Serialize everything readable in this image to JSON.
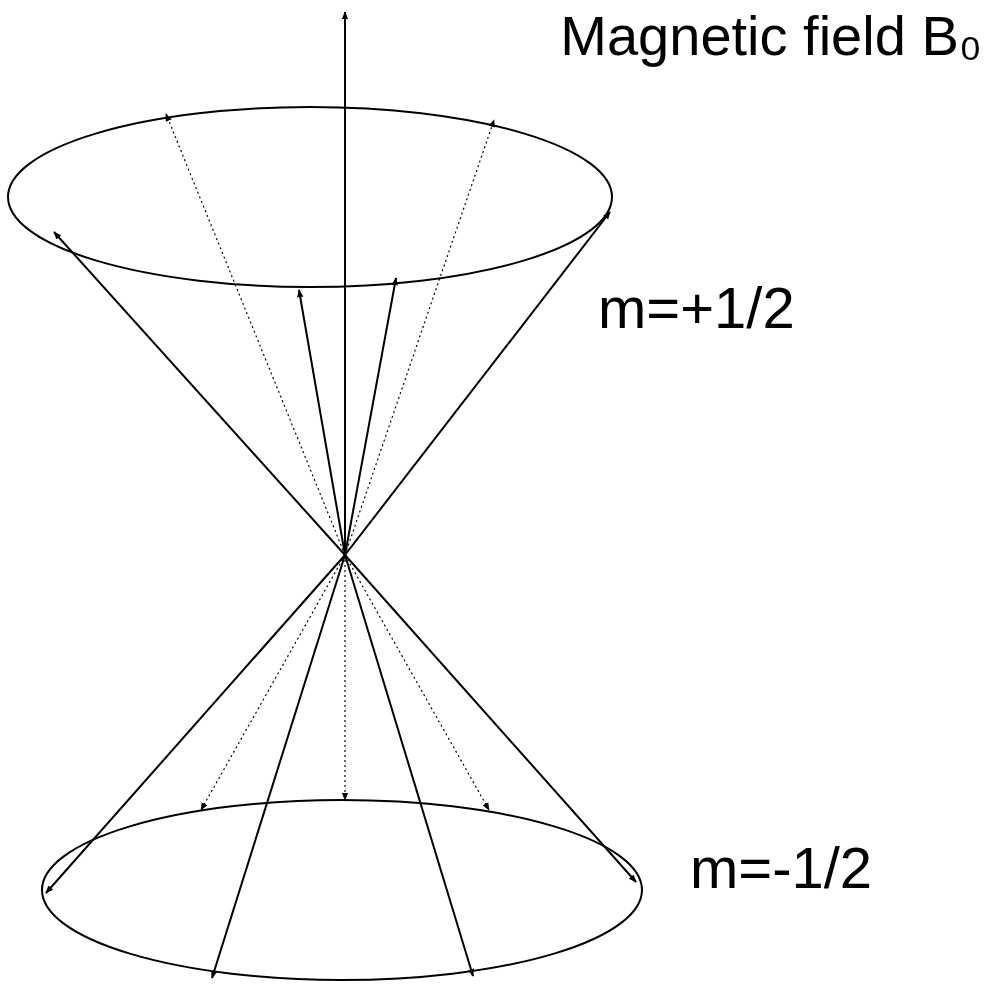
{
  "diagram": {
    "labels": [
      "Magnetic field B₀",
      "m=+1/2",
      "m=-1/2"
    ]
  }
}
